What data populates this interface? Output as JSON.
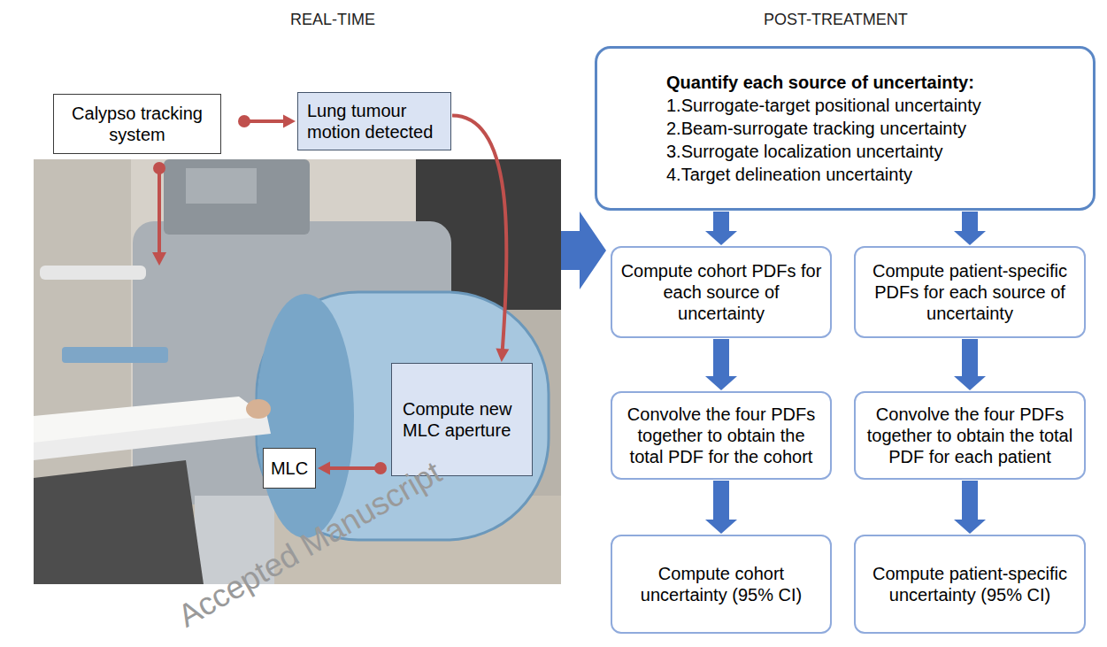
{
  "diagram": {
    "nodes": [
      {
        "text": [
          "REAL-TIME"
        ]
      },
      {
        "text": [
          "Calypso tracking system"
        ],
        "in": 0
      },
      {
        "text": [
          "Lung tumour motion detected"
        ],
        "in": 0
      },
      {
        "text": [
          "Compute new MLC aperture"
        ],
        "in": 0
      },
      {
        "text": [
          "MLC"
        ],
        "in": 0
      },
      {
        "text": [
          "POST-TREATMENT"
        ]
      },
      {
        "text": [
          "Quantify each source of uncertainty:",
          "1.Surrogate-target positional uncertainty",
          "2.Beam-surrogate tracking uncertainty",
          "3.Surrogate localization uncertainty",
          "4.Target delineation uncertainty"
        ],
        "in": 5
      },
      {
        "text": [
          "Compute cohort PDFs for each source of uncertainty"
        ],
        "in": 5
      },
      {
        "text": [
          "Compute patient-specific PDFs for each source of uncertainty"
        ],
        "in": 5
      },
      {
        "text": [
          "Convolve the four PDFs together to obtain the total PDF for the cohort"
        ],
        "in": 5
      },
      {
        "text": [
          "Convolve the four PDFs together to obtain the total PDF for each patient"
        ],
        "in": 5
      },
      {
        "text": [
          "Compute cohort uncertainty (95% CI)"
        ],
        "in": 5
      },
      {
        "text": [
          "Compute patient-specific uncertainty (95% CI)"
        ],
        "in": 5
      }
    ],
    "edges": [
      {
        "from": 1,
        "to": 2,
        "arrow": "to"
      },
      {
        "from": 2,
        "to": 3,
        "arrow": "to"
      },
      {
        "from": 3,
        "to": 4,
        "arrow": "to"
      },
      {
        "from": 0,
        "to": 5,
        "arrow": "to"
      },
      {
        "from": 6,
        "to": 7,
        "arrow": "to"
      },
      {
        "from": 6,
        "to": 8,
        "arrow": "to"
      },
      {
        "from": 7,
        "to": 9,
        "arrow": "to"
      },
      {
        "from": 8,
        "to": 10,
        "arrow": "to"
      },
      {
        "from": 9,
        "to": 11,
        "arrow": "to"
      },
      {
        "from": 10,
        "to": 12,
        "arrow": "to"
      }
    ],
    "labels": [
      "Accepted Manuscript"
    ]
  }
}
